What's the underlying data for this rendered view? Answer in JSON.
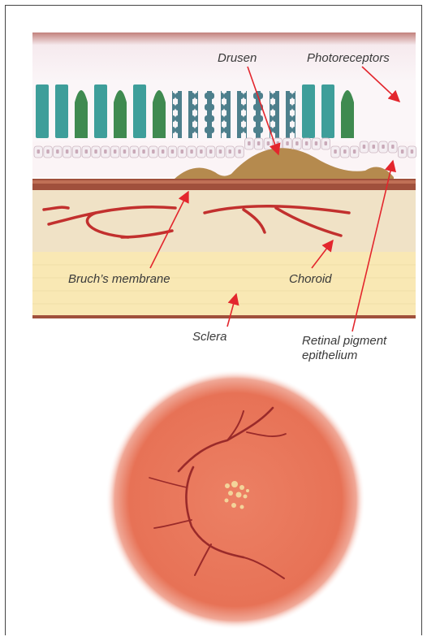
{
  "cross_section": {
    "labels": {
      "drusen": "Drusen",
      "photoreceptors": "Photoreceptors",
      "bruchs_membrane": "Bruch’s membrane",
      "choroid": "Choroid",
      "sclera": "Sclera",
      "rpe_line1": "Retinal pigment",
      "rpe_line2": "epithelium"
    },
    "colors": {
      "arrow": "#e3262d",
      "photoreceptor_teal": "#3e9e9a",
      "photoreceptor_green": "#3f8a50",
      "photoreceptor_chain": "#4d7f8c",
      "rpe_cells": "#f4eef2",
      "drusen": "#b58a4e",
      "bruchs_band": "#a0503c",
      "choroid": "#f0e2c6",
      "vessel": "#c2302e",
      "sclera": "#f9e8b4"
    }
  },
  "fundus": {
    "colors": {
      "disc": "#e87358",
      "vessel": "#9a2a2a",
      "drusen_spots": "#f3d49a"
    }
  }
}
